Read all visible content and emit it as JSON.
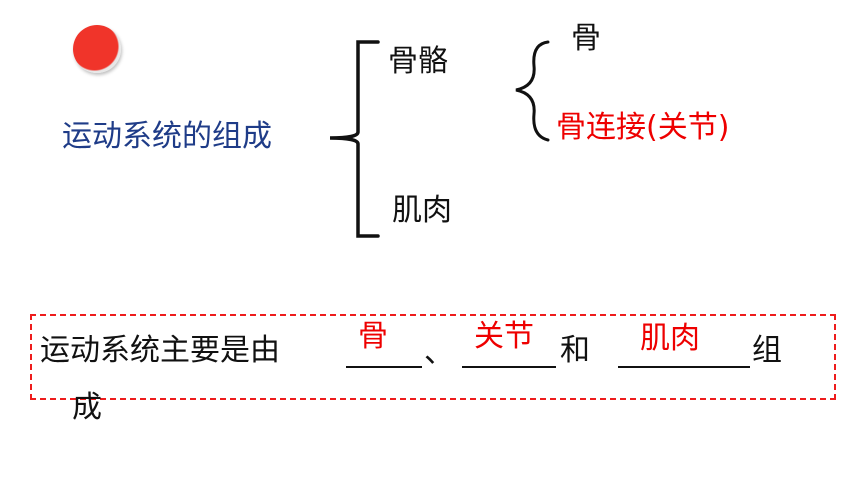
{
  "decor": {
    "dot_color": "#f0342a",
    "title_color": "#1f3c88",
    "answer_color": "#ee0000"
  },
  "diagram": {
    "root": "运动系统的组成",
    "branch_skeleton": "骨骼",
    "branch_muscle": "肌肉",
    "sub_bone": "骨",
    "sub_joint": "骨连接(关节)"
  },
  "fill_blank": {
    "prefix": "运动系统主要是由",
    "sep": "、",
    "and": "和",
    "suffix_part1": "组",
    "suffix_part2": "成",
    "answers": [
      "骨",
      "关节",
      "肌肉"
    ]
  }
}
